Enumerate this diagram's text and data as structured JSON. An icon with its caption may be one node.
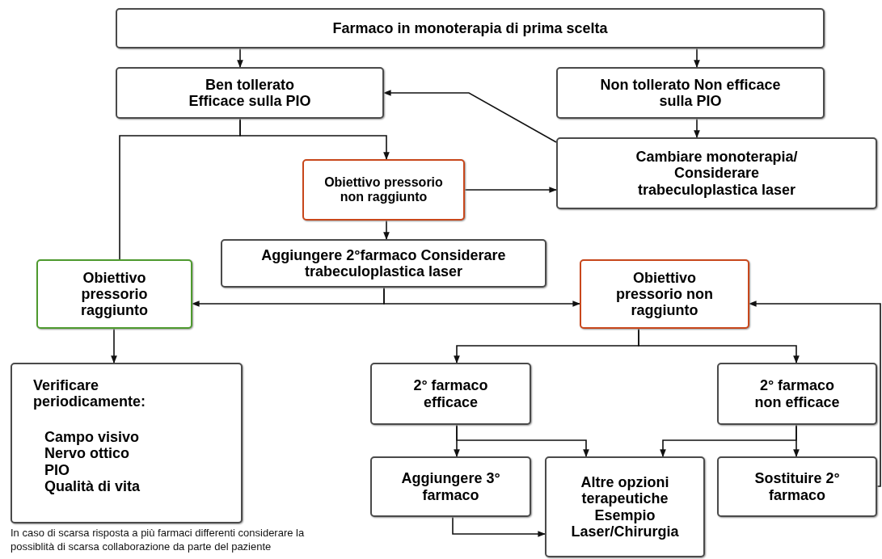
{
  "diagram": {
    "nodes": [
      {
        "text": [
          "Farmaco in monoterapia di prima scelta"
        ]
      },
      {
        "text": [
          "Ben tollerato Efficace sulla PIO"
        ]
      },
      {
        "text": [
          "Non tollerato Non efficace sulla PIO"
        ]
      },
      {
        "text": [
          "Obiettivo pressorio non raggiunto"
        ]
      },
      {
        "text": [
          "Cambiare monoterapia/ Considerare trabeculoplastica laser"
        ]
      },
      {
        "text": [
          "Aggiungere 2°farmaco Considerare trabeculoplastica laser"
        ]
      },
      {
        "text": [
          "Obiettivo pressorio raggiunto"
        ]
      },
      {
        "text": [
          "Obiettivo pressorio non raggiunto"
        ]
      },
      {
        "text": [
          "Verificare periodicamente:",
          "Campo visivo",
          "Nervo ottico",
          "PIO",
          "Qualità di vita"
        ]
      },
      {
        "text": [
          "2° farmaco efficace"
        ]
      },
      {
        "text": [
          "2° farmaco non efficace"
        ]
      },
      {
        "text": [
          "Aggiungere 3° farmaco"
        ]
      },
      {
        "text": [
          "Altre opzioni terapeutiche Esempio Laser/Chirurgia"
        ]
      },
      {
        "text": [
          "Sostituire 2° farmaco"
        ]
      }
    ],
    "edges": [
      {
        "from": 0,
        "to": 1,
        "arrow": "to"
      },
      {
        "from": 0,
        "to": 2,
        "arrow": "to"
      },
      {
        "from": 2,
        "to": 4,
        "arrow": "to"
      },
      {
        "from": 4,
        "to": 1,
        "arrow": "to"
      },
      {
        "from": 1,
        "to": 3,
        "arrow": "to"
      },
      {
        "from": 1,
        "to": 6,
        "arrow": "none"
      },
      {
        "from": 3,
        "to": 4,
        "arrow": "to"
      },
      {
        "from": 3,
        "to": 5,
        "arrow": "to"
      },
      {
        "from": 5,
        "to": 6,
        "arrow": "to"
      },
      {
        "from": 5,
        "to": 7,
        "arrow": "to"
      },
      {
        "from": 6,
        "to": 8,
        "arrow": "to"
      },
      {
        "from": 7,
        "to": 9,
        "arrow": "to"
      },
      {
        "from": 7,
        "to": 10,
        "arrow": "to"
      },
      {
        "from": 9,
        "to": 11,
        "arrow": "to"
      },
      {
        "from": 9,
        "to": 12,
        "arrow": "to"
      },
      {
        "from": 10,
        "to": 12,
        "arrow": "to"
      },
      {
        "from": 10,
        "to": 13,
        "arrow": "to"
      },
      {
        "from": 11,
        "to": 12,
        "arrow": "to"
      },
      {
        "from": 13,
        "to": 7,
        "arrow": "to"
      }
    ],
    "labels": [
      "In caso di scarsa risposta a più farmaci differenti considerare la possiblità di scarsa collaborazione da parte del paziente"
    ]
  }
}
